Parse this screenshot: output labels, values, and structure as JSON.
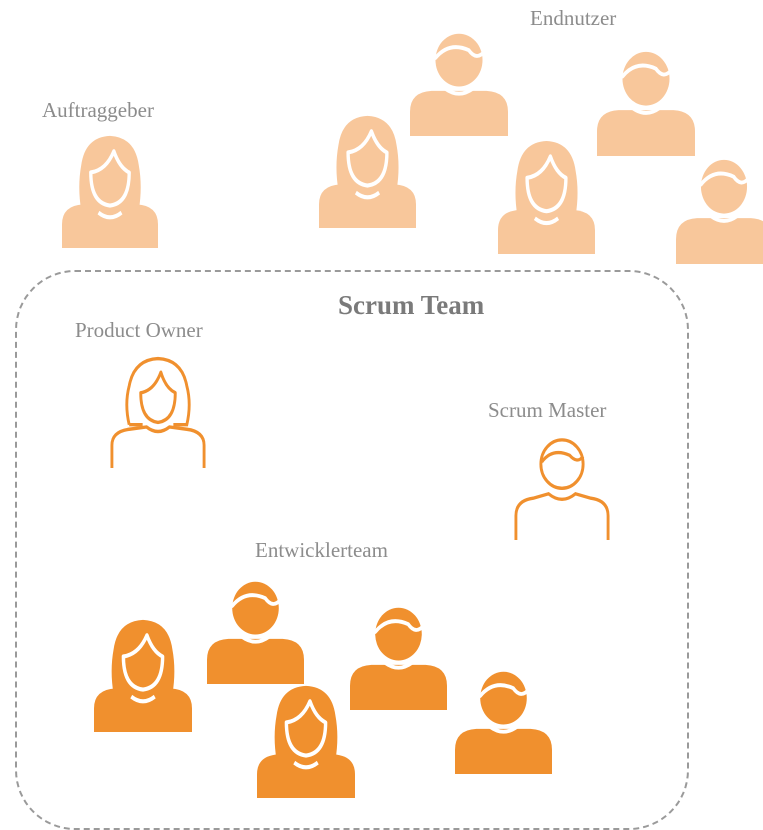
{
  "labels": {
    "client": "Auftraggeber",
    "end_users": "Endnutzer",
    "scrum_team": "Scrum Team",
    "product_owner": "Product Owner",
    "scrum_master": "Scrum Master",
    "dev_team": "Entwicklerteam"
  },
  "colors": {
    "stakeholder_fill": "#f8c79b",
    "dev_fill": "#f0902e",
    "role_outline": "#f0902e",
    "label_text": "#8c8c8c",
    "team_border": "#9a9a9a"
  },
  "icons": {
    "female": "person-female-icon",
    "male": "person-male-icon"
  }
}
